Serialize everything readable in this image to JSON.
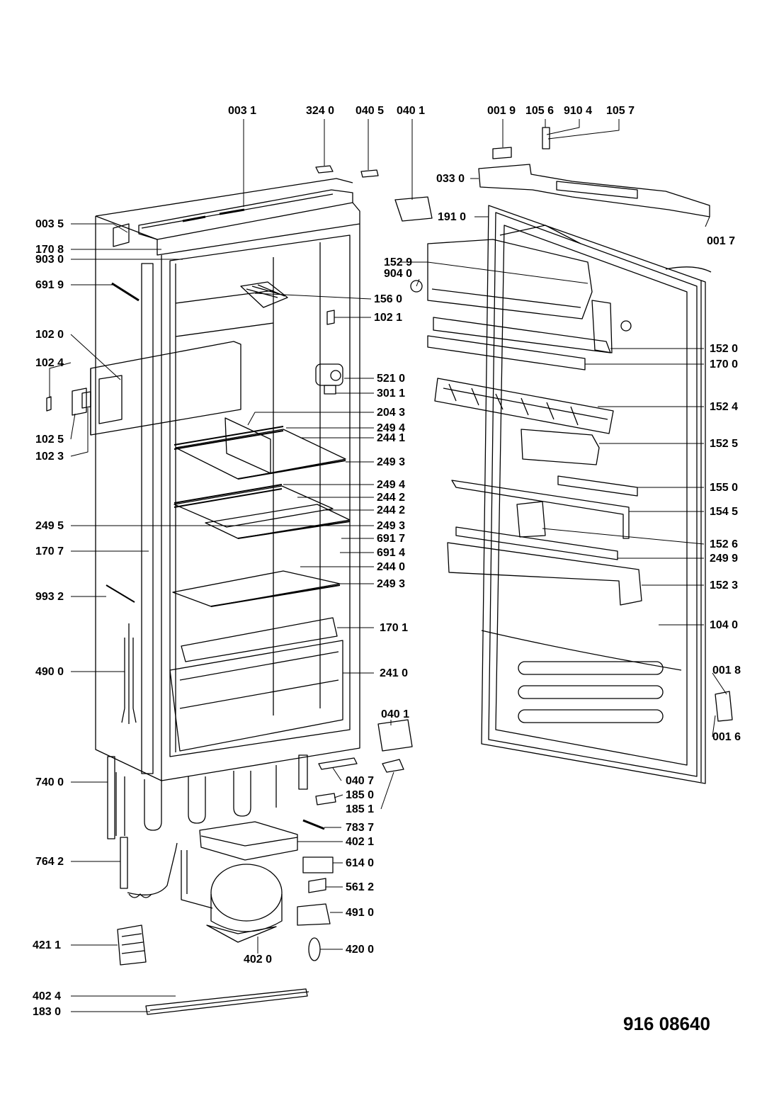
{
  "document_number": "916 08640",
  "labels": {
    "l0031": "003 1",
    "l3240": "324 0",
    "l0405": "040 5",
    "l0401a": "040 1",
    "l0019": "001 9",
    "l1056": "105 6",
    "l9104": "910 4",
    "l1057": "105 7",
    "l0330": "033 0",
    "l1910": "191 0",
    "l0017": "001 7",
    "l0035": "003 5",
    "l1708": "170 8",
    "l9030": "903 0",
    "l6919": "691 9",
    "l1529": "152 9",
    "l9040": "904 0",
    "l1560": "156 0",
    "l1021": "102 1",
    "l1020": "102 0",
    "l1024": "102 4",
    "l1025": "102 5",
    "l1023": "102 3",
    "l1520": "152 0",
    "l1700": "170 0",
    "l5210": "521 0",
    "l3011": "301 1",
    "l2043": "204 3",
    "l2494a": "249 4",
    "l2441": "244 1",
    "l2493a": "249 3",
    "l1524": "152 4",
    "l1525": "152 5",
    "l2494b": "249 4",
    "l2442a": "244 2",
    "l2442b": "244 2",
    "l2495": "249 5",
    "l2493b": "249 3",
    "l6917": "691 7",
    "l6914": "691 4",
    "l1707": "170 7",
    "l2440": "244 0",
    "l2493c": "249 3",
    "l1550": "155 0",
    "l1545": "154 5",
    "l1526": "152 6",
    "l2499": "249 9",
    "l1523": "152 3",
    "l9932": "993 2",
    "l1701": "170 1",
    "l1040": "104 0",
    "l4900": "490 0",
    "l2410": "241 0",
    "l0018": "001 8",
    "l0401b": "040 1",
    "l0016": "001 6",
    "l7400": "740 0",
    "l0407": "040 7",
    "l1850": "185 0",
    "l1851": "185 1",
    "l7837": "783 7",
    "l4021": "402 1",
    "l7642": "764 2",
    "l6140": "614 0",
    "l5612": "561 2",
    "l4910": "491 0",
    "l4211": "421 1",
    "l4200": "420 0",
    "l4020": "402 0",
    "l4024": "402 4",
    "l1830": "183 0"
  }
}
